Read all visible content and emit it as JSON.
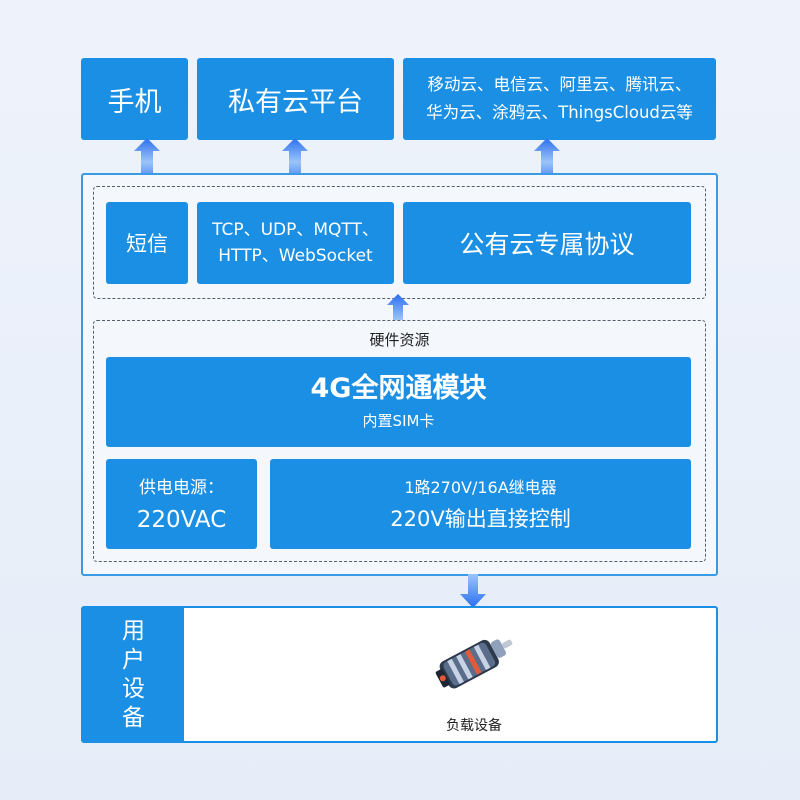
{
  "top": {
    "phone": "手机",
    "private_cloud": "私有云平台",
    "public_clouds_line1": "移动云、电信云、阿里云、腾讯云、",
    "public_clouds_line2": "华为云、涂鸦云、ThingsCloud云等"
  },
  "comm": {
    "sms": "短信",
    "protocols_line1": "TCP、UDP、MQTT、",
    "protocols_line2": "HTTP、WebSocket",
    "public_protocol": "公有云专属协议"
  },
  "hardware": {
    "title": "硬件资源",
    "module_title": "4G全网通模块",
    "module_sub": "内置SIM卡",
    "power_label": "供电电源：",
    "power_value": "220VAC",
    "relay_line1": "1路270V/16A继电器",
    "relay_line2": "220V输出直接控制"
  },
  "user": {
    "side_chars": [
      "用",
      "户",
      "设",
      "备"
    ],
    "load_label": "负载设备"
  },
  "colors": {
    "box_blue": "#1b8fe3",
    "arrow_blue": "#2a6ff0",
    "frame_blue": "#3a9ae6"
  }
}
